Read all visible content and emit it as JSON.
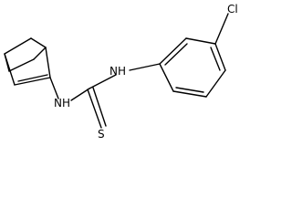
{
  "molecule": {
    "atoms": {
      "nh_upper": "NH",
      "nh_lower": "NH",
      "sulfur": "S",
      "chlorine": "Cl"
    }
  },
  "colors": {
    "bond": "#000000",
    "background": "#ffffff"
  }
}
